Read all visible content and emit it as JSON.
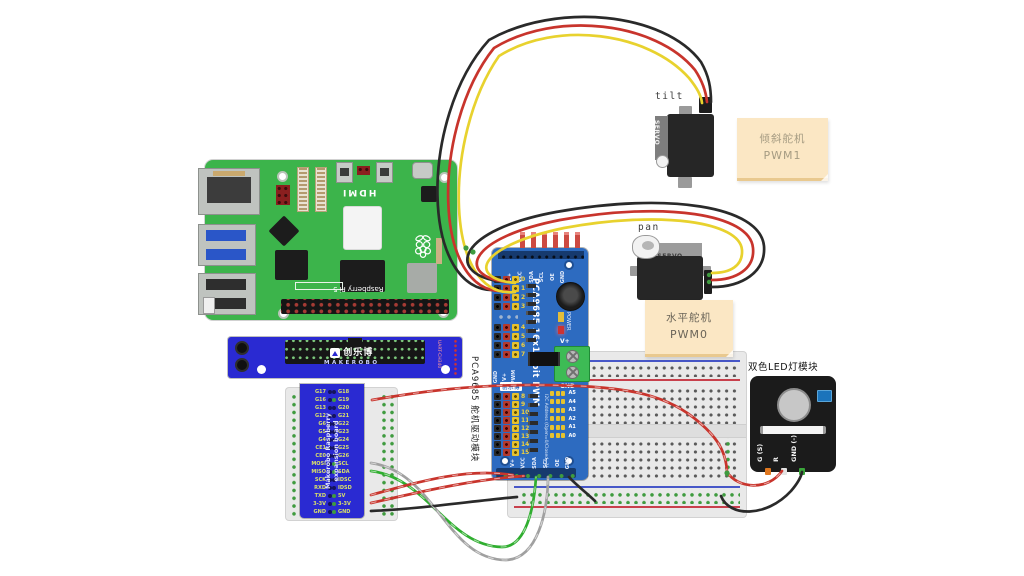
{
  "colors": {
    "wire_black": "#2a2a2a",
    "wire_red": "#c8342c",
    "wire_yellow": "#e8d22e",
    "wire_green": "#2fae2f",
    "wire_gray": "#a0a0a0",
    "pad_green": "#3f9b3f"
  },
  "pi": {
    "model": "Raspberry Pi 5",
    "hdmi": "HDMI"
  },
  "hat": {
    "brand_cn": "创乐博",
    "brand_en": "MAKEROBO",
    "uart_label": "UART-CH340",
    "body_line1": "Makerobo Raspberry",
    "body_line2": "expansion board",
    "left_pins": [
      "G17",
      "G16",
      "G13",
      "G12",
      "G6",
      "G5",
      "G4",
      "CE1",
      "CE0",
      "MOSI",
      "MISO",
      "SCK",
      "RXD",
      "TXD",
      "3-3V",
      "GND"
    ],
    "right_pins": [
      "G18",
      "G19",
      "G20",
      "G21",
      "G22",
      "G23",
      "G24",
      "G25",
      "G26",
      "SCL",
      "SDA",
      "IDSC",
      "IDSD",
      "5V",
      "3-3V",
      "GND"
    ]
  },
  "pca": {
    "annotation": "PCA9685 舵机驱动模块",
    "title": "PCA9685 16x12-bit PWM",
    "power_label": "POWER",
    "brand": "创乐博",
    "i2c_label": "I2C Address (Open=0/Closed=1)",
    "col_labels": [
      "GND",
      "V+",
      "PWM"
    ],
    "top_pins": [
      "V+",
      "VCC",
      "SDA",
      "SCL",
      "OE",
      "GND"
    ],
    "bottom_pins": [
      "V+",
      "VCC",
      "SDA",
      "SCL",
      "OE",
      "GND"
    ],
    "terminal_vplus": "V+",
    "terminal_gnd": "GND",
    "jumpers": [
      "A5",
      "A4",
      "A3",
      "A2",
      "A1",
      "A0"
    ],
    "ch_a": [
      "0",
      "1",
      "2",
      "3"
    ],
    "ch_b": [
      "4",
      "5",
      "6",
      "7"
    ],
    "ch_c": [
      "8",
      "9",
      "10",
      "11"
    ],
    "ch_d": [
      "12",
      "13",
      "14",
      "15"
    ]
  },
  "servos": {
    "tilt_label": "tilt",
    "pan_label": "pan",
    "brand": "SERVO"
  },
  "notes": {
    "tilt": {
      "line1": "倾斜舵机",
      "line2": "PWM1"
    },
    "pan": {
      "line1": "水平舵机",
      "line2": "PWM0"
    }
  },
  "led": {
    "title": "双色LED灯模块",
    "pin_g": "G (S)",
    "pin_r": "R",
    "pin_gnd": "GND (-)"
  }
}
